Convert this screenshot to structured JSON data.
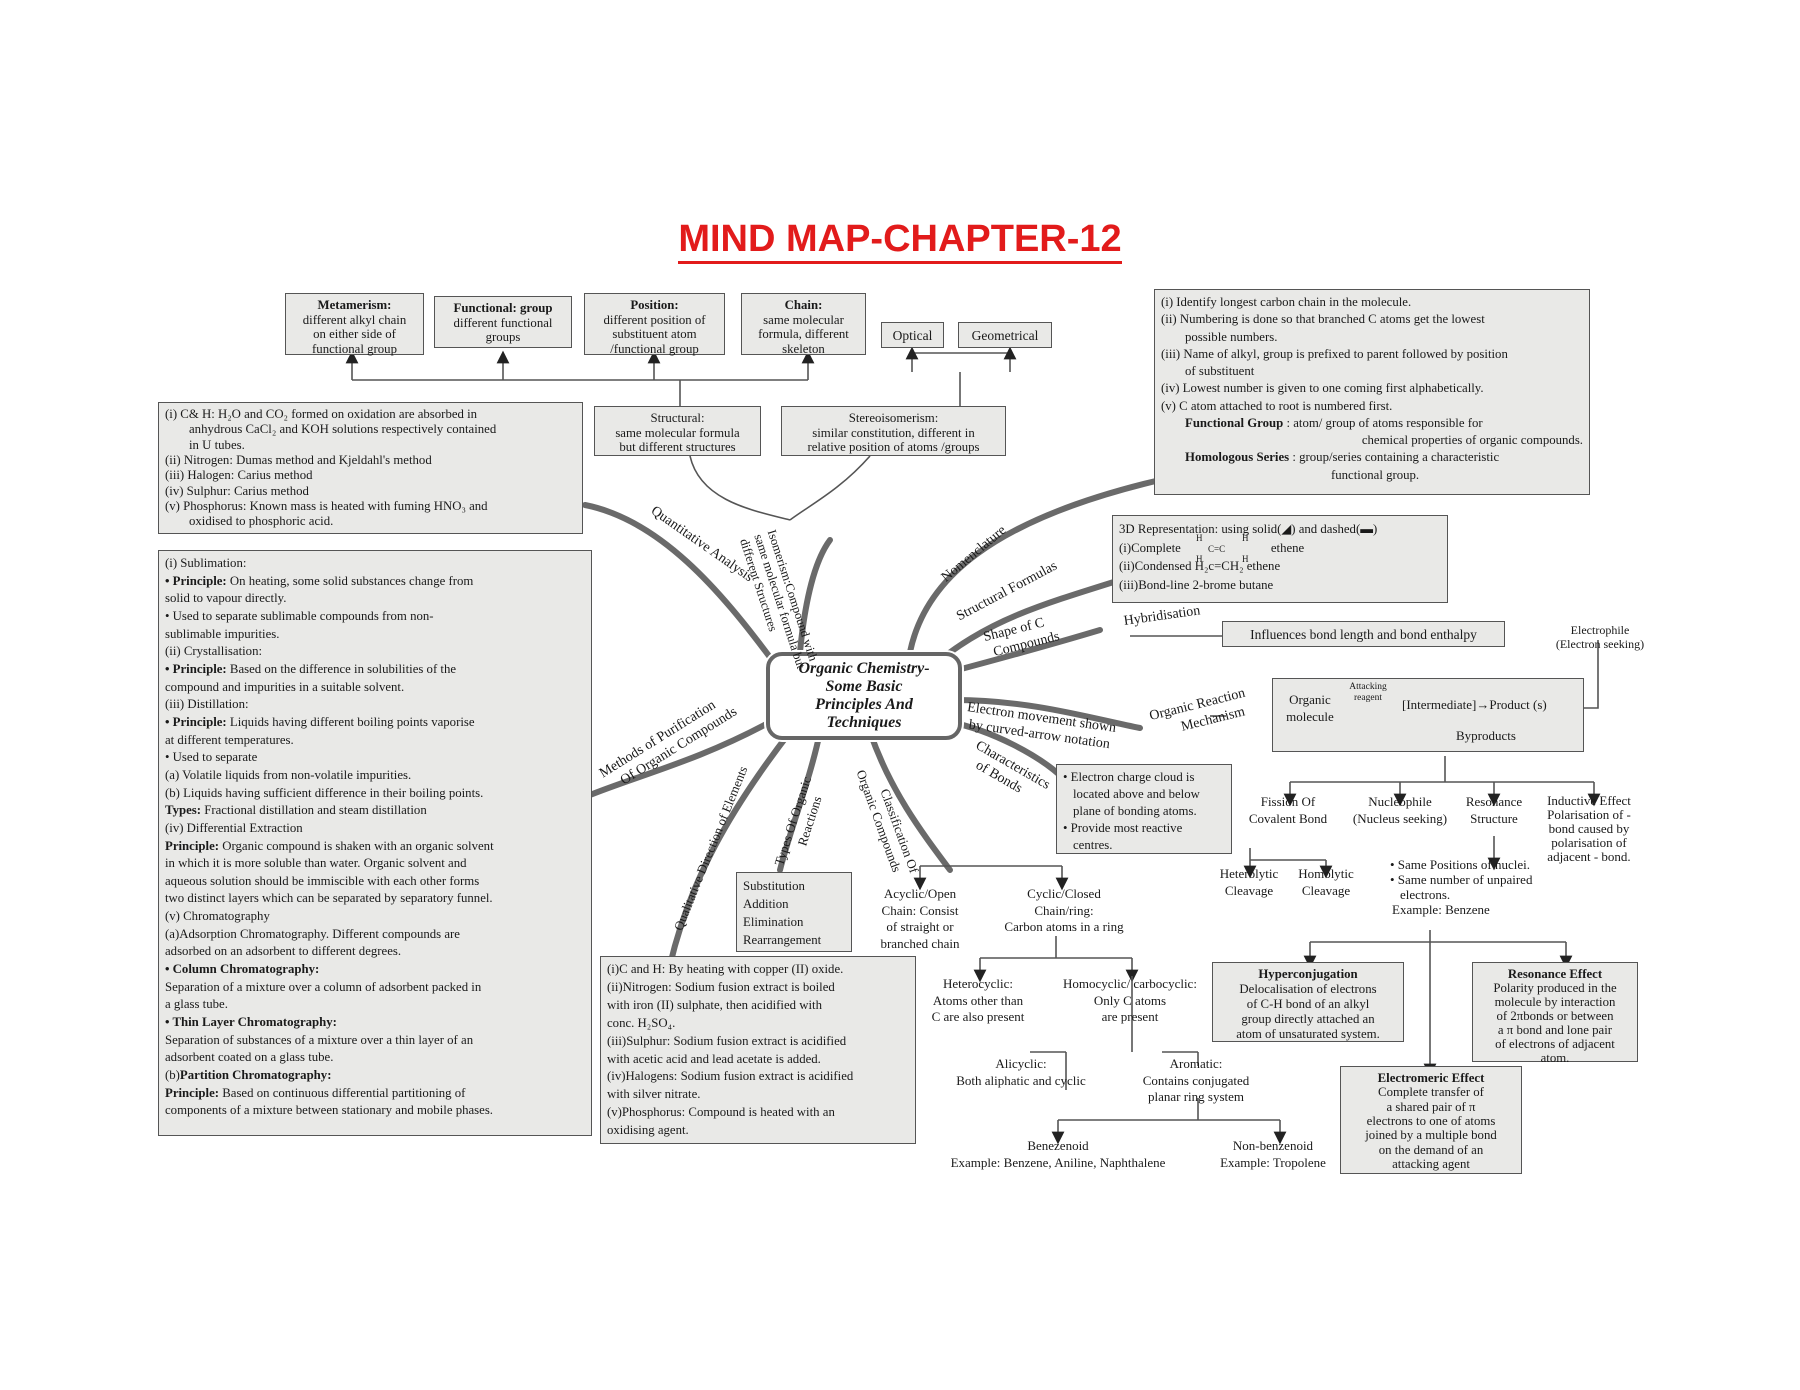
{
  "title": "MIND MAP-CHAPTER-12",
  "center": [
    "Organic Chemistry-",
    "Some Basic",
    "Principles And",
    "Techniques"
  ],
  "isomer": {
    "metamerism": [
      "Metamerism:",
      "different alkyl chain",
      "on either side of",
      "functional group"
    ],
    "functional": [
      "Functional: group",
      "different functional",
      "groups"
    ],
    "position": [
      "Position:",
      "different position of",
      "substituent atom",
      "/functional group"
    ],
    "chain": [
      "Chain:",
      "same molecular",
      "formula, different",
      "skeleton"
    ],
    "optical": "Optical",
    "geometrical": "Geometrical",
    "structural": [
      "Structural:",
      "same molecular formula",
      "but different structures"
    ],
    "stereo": [
      "Stereoisomerism:",
      "similar constitution, different in",
      "relative position of atoms /groups"
    ]
  },
  "quantitative": [
    "(i)  C& H: H₂O and CO₂ formed on oxidation are absorbed in",
    "anhydrous CaCl₂ and KOH solutions respectively contained",
    "in U tubes.",
    "(ii)  Nitrogen: Dumas method and Kjeldahl's method",
    "(iii) Halogen: Carius method",
    "(iv) Sulphur: Carius method",
    "(v)  Phosphorus: Known mass is heated with fuming HNO₃ and",
    "oxidised to phosphoric acid."
  ],
  "nomenclature": [
    "(i)  Identify longest carbon chain in the molecule.",
    "(ii)  Numbering is done so that branched C atoms get the lowest",
    "possible numbers.",
    "(iii) Name of alkyl, group is prefixed to parent followed by position",
    "of substituent",
    "(iv) Lowest number is given to one coming first alphabetically.",
    "(v)  C atom attached to root is numbered first.",
    "Functional Group",
    " : atom/ group of atoms responsible for",
    "chemical properties of organic compounds.",
    "Homologous Series",
    " : group/series containing a characteristic",
    "functional group."
  ],
  "structural_formulas": [
    "3D Representation: using solid(◢) and dashed(▬)",
    "(i)Complete",
    "ethene",
    "(ii)Condensed H₂c=CH₂ ethene",
    "(iii)Bond-line 2-brome butane"
  ],
  "ethene_atoms": [
    "H",
    "H",
    "C=C",
    "H",
    "H"
  ],
  "hybrid_box": "Influences bond length and bond enthalpy",
  "purification": [
    "(i) Sublimation:",
    "• Principle:",
    " On heating, some solid substances change from",
    "solid to vapour directly.",
    "• Used to separate sublimable compounds from non-",
    "sublimable impurities.",
    "(ii) Crystallisation:",
    "• Principle:",
    "  Based on the difference in solubilities of the",
    "compound and impurities in a suitable solvent.",
    "(iii) Distillation:",
    "• Principle:",
    " Liquids having different boiling points vaporise",
    "at different temperatures.",
    "• Used to separate",
    "(a) Volatile liquids from non-volatile impurities.",
    "(b) Liquids having sufficient difference in their boiling points.",
    "Types:",
    " Fractional distillation and steam distillation",
    "(iv) Differential Extraction",
    "Principle:",
    " Organic compound is shaken with an organic solvent",
    " in which it is more soluble than water. Organic solvent and",
    "aqueous solution should be immiscible with each other forms",
    "two  distinct layers which can be separated by separatory funnel.",
    "(v) Chromatography",
    "(a)Adsorption Chromatography. Different compounds are",
    "adsorbed on an adsorbent to different degrees.",
    "• Column Chromatography:",
    "Separation of a mixture over a column of adsorbent packed in",
    "a glass tube.",
    "• Thin Layer Chromatography:",
    "Separation of substances of a mixture over a thin layer of an",
    "adsorbent coated on a glass tube.",
    "(b)",
    "Partition Chromatography:",
    "Principle:",
    " Based on continuous differential partitioning of",
    "components of a mixture between stationary and mobile phases."
  ],
  "qualitative": [
    "(i)C and H: By heating with copper (II) oxide.",
    "(ii)Nitrogen: Sodium fusion extract is boiled",
    "with iron (II) sulphate, then acidified with",
    "conc. H₂SO₄.",
    "(iii)Sulphur: Sodium fusion extract is acidified",
    "with acetic acid and lead acetate is added.",
    "(iv)Halogens: Sodium fusion extract is acidified",
    "with silver nitrate.",
    "(v)Phosphorus: Compound is heated with an",
    "oxidising agent."
  ],
  "reaction_types": [
    "Substitution",
    "Addition",
    "Elimination",
    "Rearrangement"
  ],
  "bonds_box": [
    "• Electron charge cloud is",
    "located above and below",
    "plane of bonding atoms.",
    "• Provide most reactive",
    "centres."
  ],
  "classification": {
    "acyclic": [
      "Acyclic/Open",
      "Chain: Consist",
      "of straight or",
      "branched chain"
    ],
    "cyclic": [
      "Cyclic/Closed",
      "Chain/ring:",
      "Carbon atoms in a ring"
    ],
    "heterocyclic": [
      "Heterocyclic:",
      "Atoms other than",
      "C are also present"
    ],
    "homocyclic": [
      "Homocyclic/ carbocyclic:",
      "Only C atoms",
      "are present"
    ],
    "alicyclic": [
      "Alicyclic:",
      "Both aliphatic and cyclic"
    ],
    "aromatic": [
      "Aromatic:",
      "Contains conjugated",
      "planar ring system"
    ],
    "benzenoid": [
      "Benezenoid",
      "Example: Benzene, Aniline, Naphthalene"
    ],
    "nonbenzenoid": [
      "Non-benzenoid",
      "Example: Tropolene"
    ]
  },
  "mechanism": {
    "organic": [
      "Organic",
      "molecule"
    ],
    "attacking": [
      "Attacking",
      "reagent"
    ],
    "intermediate": "[Intermediate]→Product (s)",
    "byproducts": "Byproducts",
    "electrophile": [
      "Electrophile",
      "(Electron seeking)"
    ],
    "fission": [
      "Fission Of",
      "Covalent Bond"
    ],
    "nucleophile": [
      "Nucleophile",
      "(Nucleus seeking)"
    ],
    "resonance_structure": [
      "Resonance",
      "Structure"
    ],
    "inductive": [
      "Inductive Effect",
      "Polarisation of -",
      "bond caused by",
      "polarisation of",
      "adjacent - bond."
    ],
    "heterolytic": [
      "Heterolytic",
      "Cleavage"
    ],
    "homolytic": [
      "Homolytic",
      "Cleavage"
    ],
    "resonance_rules": [
      "• Same Positions of nuclei.",
      "• Same number of unpaired",
      "electrons.",
      "Example: Benzene"
    ],
    "hyperconjugation": [
      "Hyperconjugation",
      "Delocalisation of electrons",
      "of C-H bond of an alkyl",
      "group directly attached an",
      "atom of unsaturated system."
    ],
    "resonance_effect": [
      "Resonance Effect",
      "Polarity produced in the",
      "molecule by interaction",
      "of 2πbonds or between",
      "a π bond and lone pair",
      "of electrons of adjacent",
      "atom."
    ],
    "electromeric": [
      "Electromeric Effect",
      "Complete transfer of",
      "a shared pair of π",
      "electrons to one of atoms",
      "joined by a multiple bond",
      "on the demand of an",
      "attacking agent"
    ]
  },
  "branches": {
    "quantitative": "Quantitative Analysis",
    "isomerism": [
      "Isomerism:Compound with",
      "same molecular formula but",
      "different Structures"
    ],
    "nomenclature": "Nomenclature",
    "structural_formulas": "Structural Formulas",
    "shape": [
      "Shape of C",
      "Compounds"
    ],
    "hybridisation": "Hybridisation",
    "electron_movement": [
      "Electron movement shown",
      "by curved-arrow notation"
    ],
    "organic_reaction": [
      "Organic Reaction",
      "Mechanism"
    ],
    "characteristics": [
      "Characteristics",
      "of Bonds"
    ],
    "purification": [
      "Methods of Purification",
      "Of Organic Compounds"
    ],
    "qualitative": "Qualitative Direction of Elements",
    "types_reactions": [
      "Types Of Organic",
      "Reactions"
    ],
    "classification": [
      "Classification Of",
      "Organic Compounds"
    ]
  }
}
